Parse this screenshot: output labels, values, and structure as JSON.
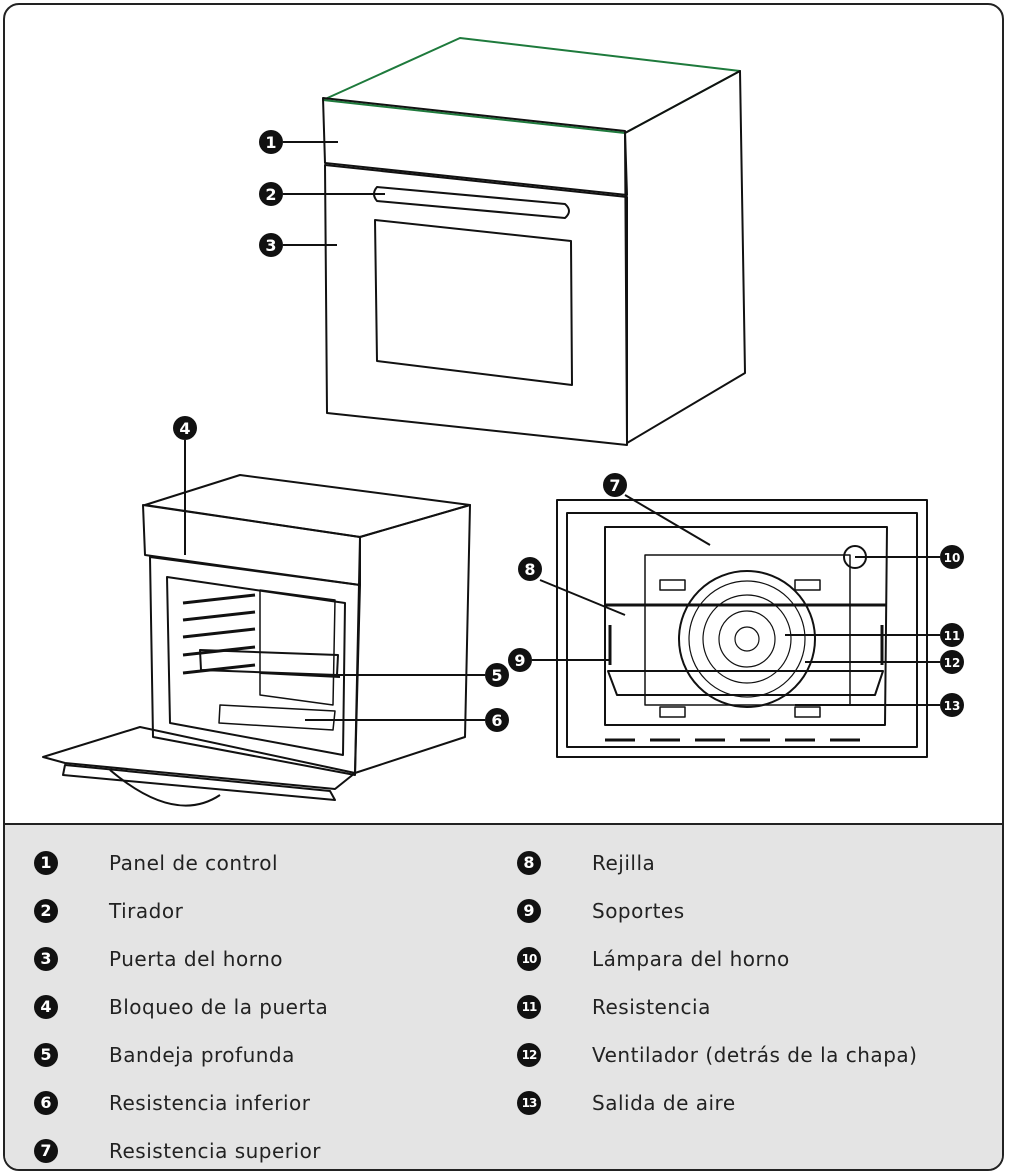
{
  "colors": {
    "ink": "#111111",
    "legend_bg": "#e4e4e4",
    "outline_accent": "#1e7a3c"
  },
  "callouts": [
    {
      "num": "1",
      "name": "control-panel"
    },
    {
      "num": "2",
      "name": "handle"
    },
    {
      "num": "3",
      "name": "oven-door"
    },
    {
      "num": "4",
      "name": "door-lock"
    },
    {
      "num": "5",
      "name": "deep-tray"
    },
    {
      "num": "6",
      "name": "lower-element"
    },
    {
      "num": "7",
      "name": "upper-element"
    },
    {
      "num": "8",
      "name": "rack"
    },
    {
      "num": "9",
      "name": "supports"
    },
    {
      "num": "10",
      "name": "oven-lamp"
    },
    {
      "num": "11",
      "name": "heating-element"
    },
    {
      "num": "12",
      "name": "fan"
    },
    {
      "num": "13",
      "name": "air-outlet"
    }
  ],
  "legend": {
    "left": [
      {
        "num": "1",
        "label": "Panel de control"
      },
      {
        "num": "2",
        "label": "Tirador"
      },
      {
        "num": "3",
        "label": "Puerta del horno"
      },
      {
        "num": "4",
        "label": "Bloqueo de la puerta"
      },
      {
        "num": "5",
        "label": "Bandeja profunda"
      },
      {
        "num": "6",
        "label": "Resistencia inferior"
      },
      {
        "num": "7",
        "label": "Resistencia superior"
      }
    ],
    "right": [
      {
        "num": "8",
        "label": "Rejilla"
      },
      {
        "num": "9",
        "label": "Soportes"
      },
      {
        "num": "10",
        "label": "Lámpara del horno"
      },
      {
        "num": "11",
        "label": "Resistencia"
      },
      {
        "num": "12",
        "label": "Ventilador (detrás de la chapa)"
      },
      {
        "num": "13",
        "label": "Salida de aire"
      }
    ]
  }
}
